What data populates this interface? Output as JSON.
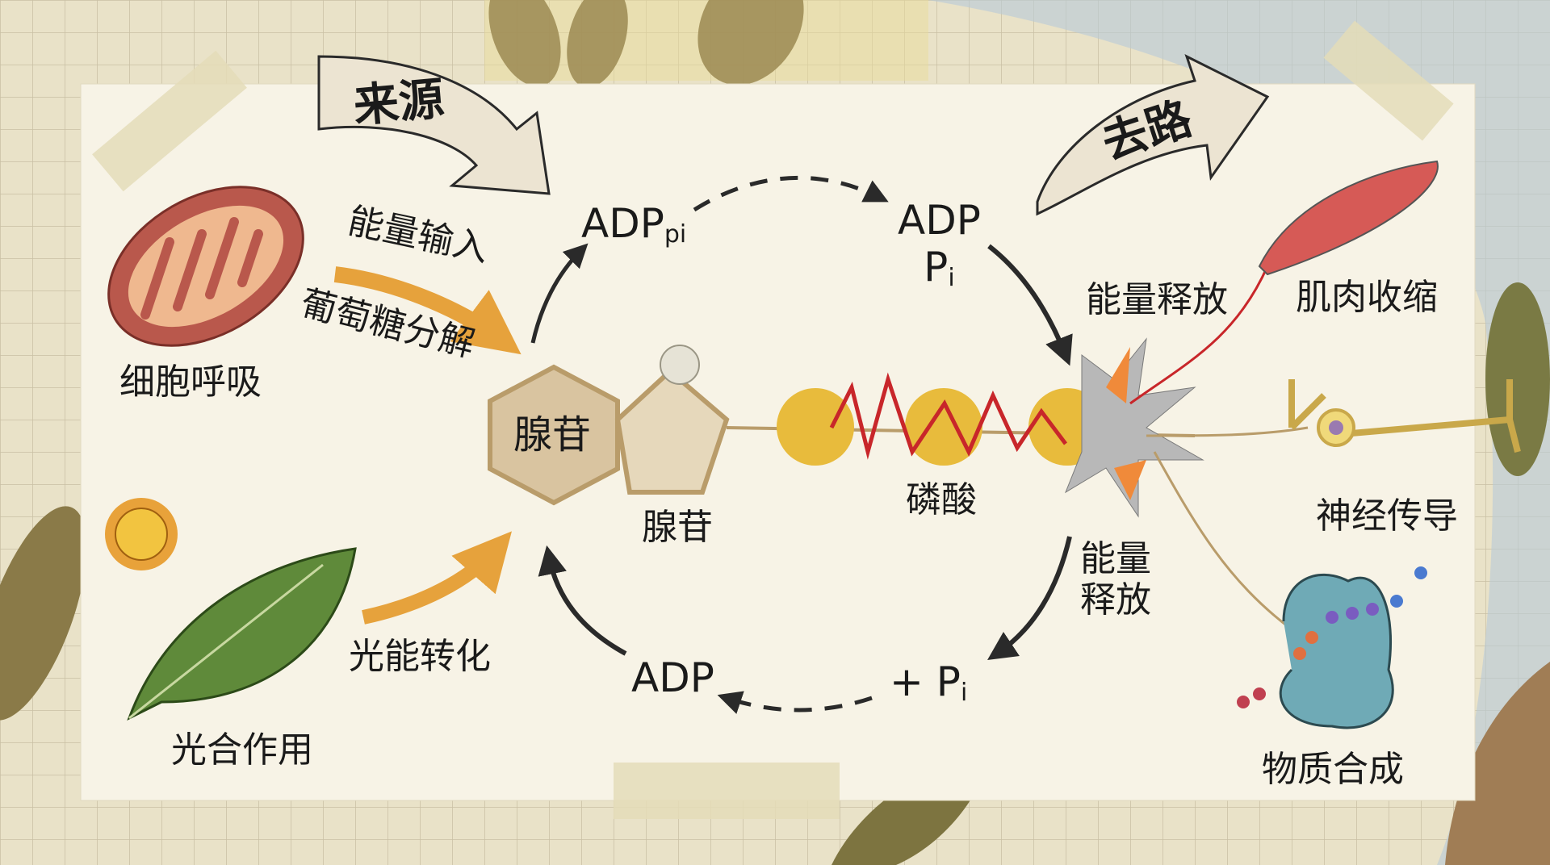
{
  "header": {
    "source_label": "来源",
    "destination_label": "去路"
  },
  "sources": {
    "cell_respiration": "细胞呼吸",
    "energy_input": "能量输入",
    "glucose_breakdown": "葡萄糖分解",
    "photosynthesis": "光合作用",
    "light_conversion": "光能转化"
  },
  "cycle": {
    "adp_pi_top_main": "ADP",
    "adp_pi_top_sub": "pi",
    "adp_right": "ADP",
    "pi_right_main": "P",
    "pi_right_sub": "i",
    "adenosine_in_hexagon": "腺苷",
    "adenosine_label": "腺苷",
    "phosphate_label": "磷酸",
    "energy_release_top": "能量释放",
    "energy_release_bottom_1": "能量",
    "energy_release_bottom_2": "释放",
    "adp_bottom": "ADP",
    "plus_pi_main": "+ P",
    "plus_pi_sub": "i"
  },
  "uses": {
    "muscle": "肌肉收缩",
    "nerve": "神经传导",
    "synthesis": "物质合成"
  },
  "colors": {
    "paper": "#f7f3e6",
    "phosphate": "#e8bb3c",
    "thread": "#c8262a",
    "mito": "#b9584c",
    "leaf": "#5f8a3a",
    "orange_arrow": "#e6a23c"
  }
}
